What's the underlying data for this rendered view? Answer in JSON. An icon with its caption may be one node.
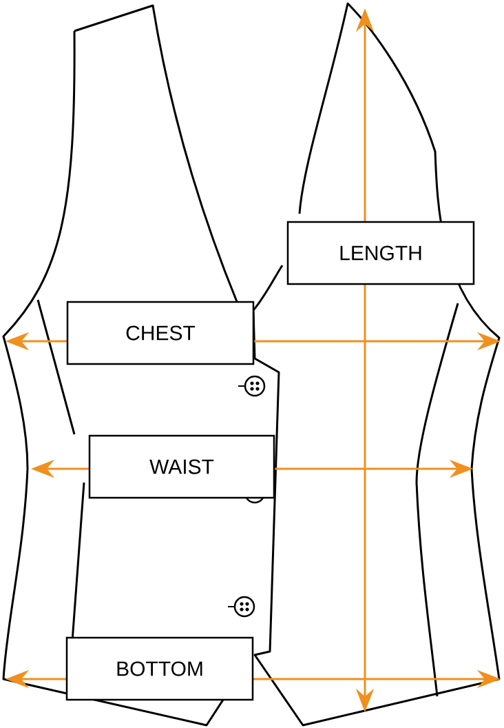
{
  "diagram": {
    "nodes": [
      {
        "text": [
          "LENGTH"
        ]
      },
      {
        "text": [
          "CHEST"
        ]
      },
      {
        "text": [
          "WAIST"
        ]
      },
      {
        "text": [
          "BOTTOM"
        ]
      }
    ]
  }
}
